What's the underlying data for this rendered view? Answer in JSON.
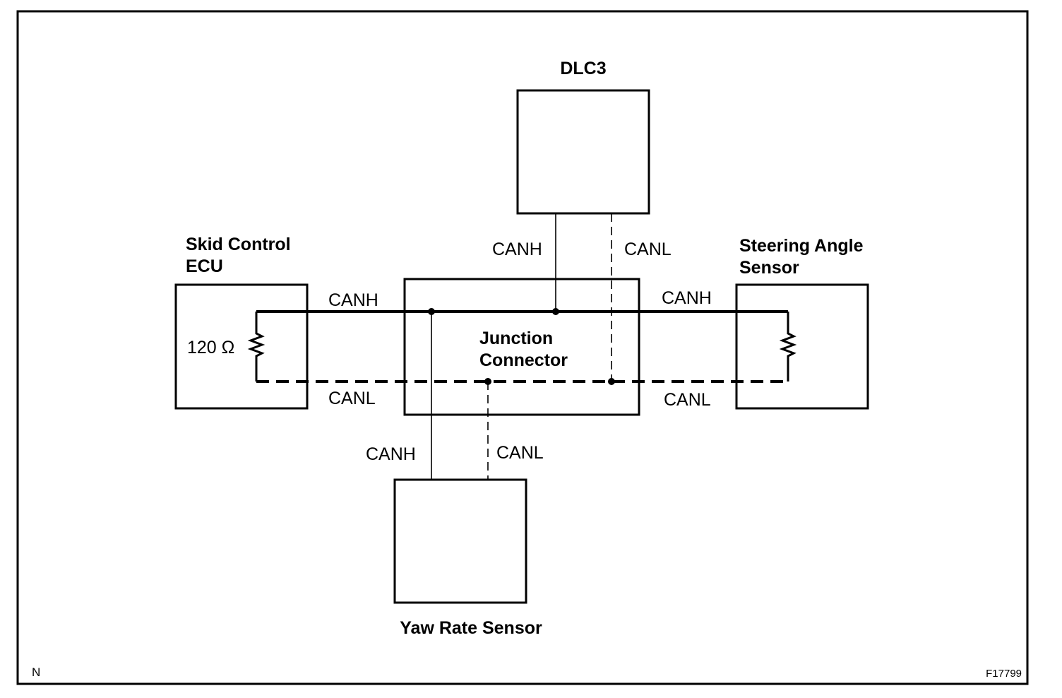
{
  "diagram": {
    "line_color": "#000000",
    "background": "#ffffff",
    "components": {
      "dlc3": "DLC3",
      "skid_ecu_line1": "Skid Control",
      "skid_ecu_line2": "ECU",
      "steering_line1": "Steering Angle",
      "steering_line2": "Sensor",
      "junction_line1": "Junction",
      "junction_line2": "Connector",
      "yaw": "Yaw Rate Sensor"
    },
    "resistor_label": "120 Ω",
    "wire_labels": {
      "dlc_canh": "CANH",
      "dlc_canl": "CANL",
      "ecu_canh": "CANH",
      "ecu_canl": "CANL",
      "steer_canh": "CANH",
      "steer_canl": "CANL",
      "yaw_canh": "CANH",
      "yaw_canl": "CANL"
    },
    "corner_left": "N",
    "figure_code": "F17799"
  }
}
